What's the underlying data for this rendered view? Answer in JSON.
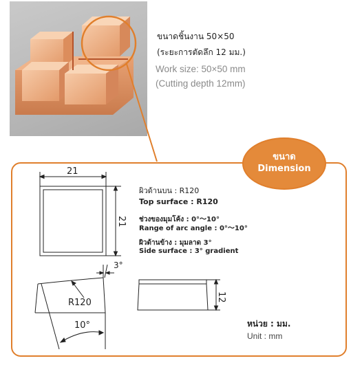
{
  "caption": {
    "thai_line1": "ขนาดชิ้นงาน 50×50",
    "thai_line2": "(ระยะการตัดลึก 12 มม.)",
    "en_line1": "Work size: 50×50 mm",
    "en_line2": "(Cutting depth 12mm)"
  },
  "badge": {
    "thai": "ขนาด",
    "en": "Dimension"
  },
  "specs": {
    "top_surface_th": "ผิวด้านบน : R120",
    "top_surface_en": "Top surface : R120",
    "arc_range_th": "ช่วงของมุมโค้ง      : 0°～10°",
    "arc_range_en": "Range of arc angle : 0°～10°",
    "side_surface_th": "ผิวด้านข้าง : มุมลาด 3°",
    "side_surface_en": "Side surface : 3° gradient"
  },
  "drawing": {
    "width_label": "21",
    "height_label": "21",
    "side_angle_label": "3°",
    "radius_label": "R120",
    "arc_angle_label": "10°",
    "depth_label": "12"
  },
  "unit": {
    "thai": "หน่วย : มม.",
    "en": "Unit : mm"
  },
  "colors": {
    "accent": "#e07f2c",
    "badge_fill": "#e48a3a",
    "copper": "#e9a57a"
  }
}
